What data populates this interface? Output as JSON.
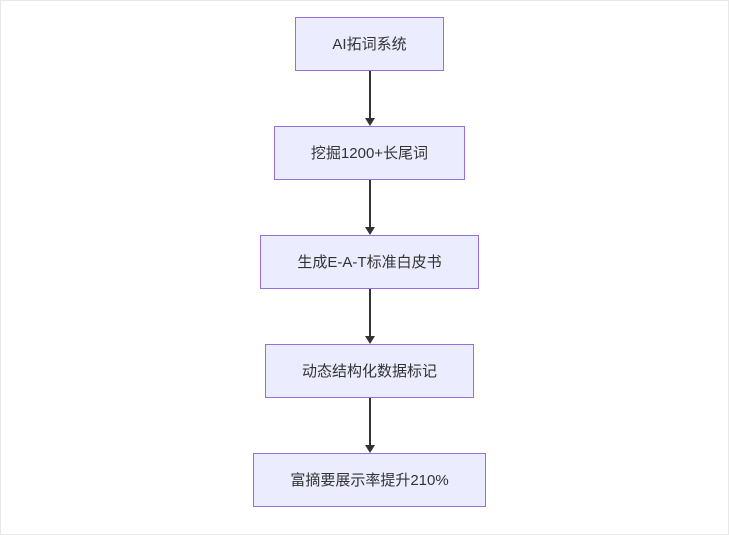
{
  "flowchart": {
    "type": "vertical-flowchart",
    "nodes": [
      {
        "id": "node-1",
        "label": "AI拓词系统"
      },
      {
        "id": "node-2",
        "label": "挖掘1200+长尾词"
      },
      {
        "id": "node-3",
        "label": "生成E-A-T标准白皮书"
      },
      {
        "id": "node-4",
        "label": "动态结构化数据标记"
      },
      {
        "id": "node-5",
        "label": "富摘要展示率提升210%"
      }
    ],
    "edges": [
      {
        "from": "node-1",
        "to": "node-2",
        "direction": "down"
      },
      {
        "from": "node-2",
        "to": "node-3",
        "direction": "down"
      },
      {
        "from": "node-3",
        "to": "node-4",
        "direction": "down"
      },
      {
        "from": "node-4",
        "to": "node-5",
        "direction": "down"
      }
    ]
  },
  "colors": {
    "node-fill": "#ECECFF",
    "node-border": "#9370DB",
    "node-text": "#333333",
    "arrow": "#333333",
    "background": "#ffffff"
  }
}
